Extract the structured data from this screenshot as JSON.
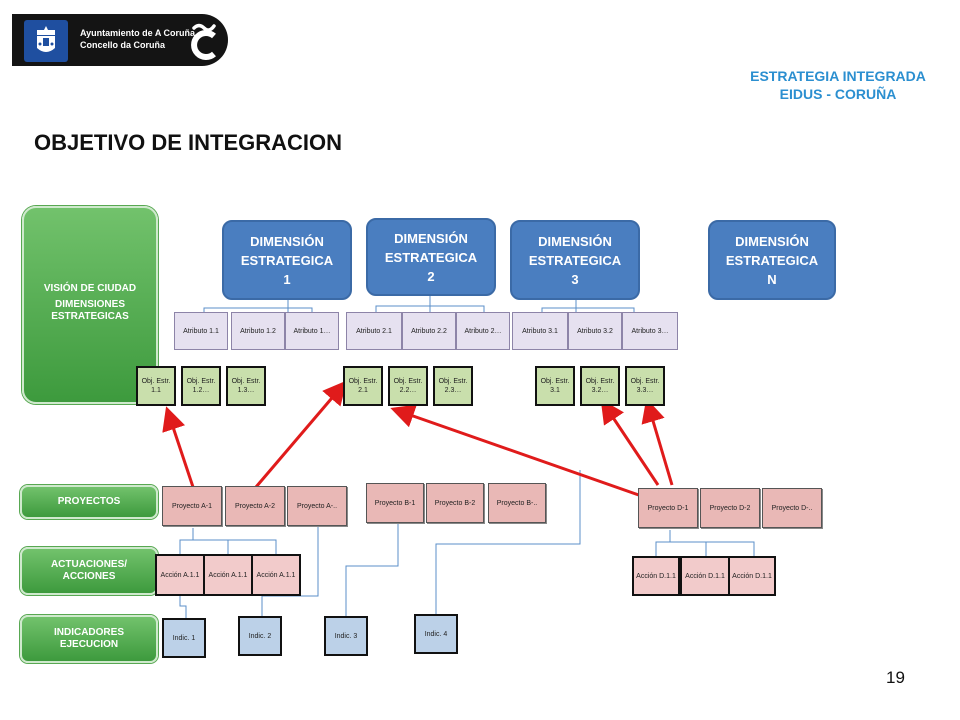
{
  "header": {
    "logo_line1": "Ayuntamiento de A Coruña",
    "logo_line2": "Concello da Coruña",
    "logo_mark": "C̃",
    "strategy_line1": "ESTRATEGIA INTEGRADA",
    "strategy_line2": "EIDUS - CORUÑA"
  },
  "page_title": "OBJETIVO DE INTEGRACION",
  "page_number": "19",
  "left_blocks": {
    "vision_line1": "VISIÓN DE CIUDAD",
    "vision_line2": "DIMENSIONES ESTRATEGICAS",
    "proyectos": "PROYECTOS",
    "acciones": "ACTUACIONES/ ACCIONES",
    "indicadores": "INDICADORES EJECUCION"
  },
  "dimensions": [
    {
      "line1": "DIMENSIÓN",
      "line2": "ESTRATEGICA",
      "line3": "1"
    },
    {
      "line1": "DIMENSIÓN",
      "line2": "ESTRATEGICA",
      "line3": "2"
    },
    {
      "line1": "DIMENSIÓN",
      "line2": "ESTRATEGICA",
      "line3": "3"
    },
    {
      "line1": "DIMENSIÓN",
      "line2": "ESTRATEGICA",
      "line3": "N"
    }
  ],
  "attributes": [
    "Atributo 1.1",
    "Atributo 1.2",
    "Atributo 1…",
    "Atributo 2.1",
    "Atributo 2.2",
    "Atributo 2…",
    "Atributo 3.1",
    "Atributo 3.2",
    "Atributo 3…"
  ],
  "objectives": [
    "Obj. Estr. 1.1",
    "Obj. Estr. 1.2…",
    "Obj. Estr. 1.3…",
    "Obj. Estr. 2.1",
    "Obj. Estr. 2.2…",
    "Obj. Estr. 2.3…",
    "Obj. Estr. 3.1",
    "Obj. Estr. 3.2…",
    "Obj. Estr. 3.3…"
  ],
  "projects": [
    "Proyecto A-1",
    "Proyecto A-2",
    "Proyecto A-..",
    "Proyecto B-1",
    "Proyecto B-2",
    "Proyecto B-..",
    "Proyecto D-1",
    "Proyecto D-2",
    "Proyecto D-.."
  ],
  "actions": [
    "Acción A.1.1",
    "Acción A.1.1",
    "Acción A.1.1",
    "Acción D.1.1",
    "Acción D.1.1",
    "Acción D.1.1"
  ],
  "indicators": [
    "Indic. 1",
    "Indic. 2",
    "Indic. 3",
    "Indic. 4"
  ],
  "colors": {
    "accent": "#2b8fd0",
    "dimension": "#4a7ec0",
    "green": "#4fa84b",
    "objective": "#c9dfac",
    "project": "#e9b8b6",
    "action": "#f2cbcb",
    "indicator": "#bcd1e8",
    "arrow": "#e01b1b",
    "connector": "#5b8fc9"
  }
}
